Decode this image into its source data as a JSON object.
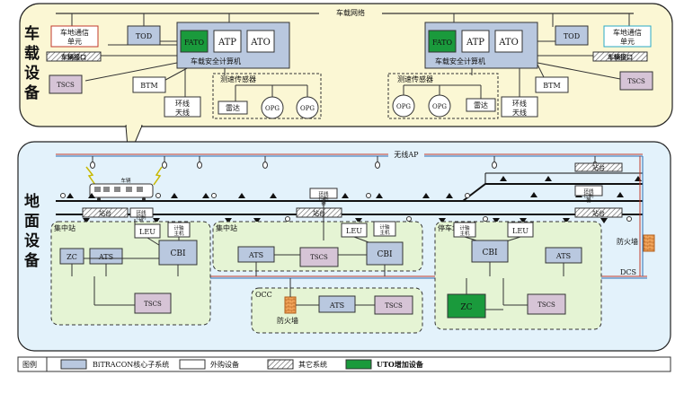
{
  "sections": {
    "onboard": "车载设备",
    "ground": "地面设备"
  },
  "onboard": {
    "network": "车载网络",
    "left": {
      "comm_unit": "车地通信单元",
      "tod": "TOD",
      "fato": "FATO",
      "atp": "ATP",
      "ato": "ATO",
      "safety_computer": "车载安全计算机",
      "vehicle_interface": "车辆接口",
      "tscs": "TSCS",
      "btm": "BTM",
      "loop_antenna": "环线天线",
      "speed_sensor": "测速传感器",
      "radar": "雷达",
      "opg1": "OPG",
      "opg2": "OPG"
    },
    "right": {
      "comm_unit": "车地通信单元",
      "tod": "TOD",
      "fato": "FATO",
      "atp": "ATP",
      "ato": "ATO",
      "safety_computer": "车载安全计算机",
      "vehicle_interface": "车辆接口",
      "tscs": "TSCS",
      "btm": "BTM",
      "loop_antenna": "环线天线",
      "speed_sensor": "测速传感器",
      "radar": "雷达",
      "opg1": "OPG",
      "opg2": "OPG"
    }
  },
  "ground": {
    "wireless_ap": "无线AP",
    "train_label": "车辆",
    "platform": "站台",
    "platform_controller": "环线控制器",
    "station1": {
      "title": "集中站",
      "leu": "LEU",
      "axle_counter": "计轴主机",
      "zc": "ZC",
      "ats": "ATS",
      "cbi": "CBI",
      "tscs": "TSCS"
    },
    "station2": {
      "title": "集中站",
      "leu": "LEU",
      "axle_counter": "计轴主机",
      "ats": "ATS",
      "tscs": "TSCS",
      "cbi": "CBI"
    },
    "occ": {
      "title": "OCC",
      "firewall": "防火墙",
      "ats": "ATS",
      "tscs": "TSCS"
    },
    "depot": {
      "title": "停车场",
      "leu": "LEU",
      "axle_counter": "计轴主机",
      "cbi": "CBI",
      "ats": "ATS",
      "zc": "ZC",
      "tscs": "TSCS"
    },
    "firewall_right": "防火墙",
    "dcs": "DCS"
  },
  "legend": {
    "title": "图例",
    "items": [
      {
        "label": "BiTRACON核心子系统",
        "color": "#b9c8df"
      },
      {
        "label": "外购设备",
        "color": "#ffffff"
      },
      {
        "label": "其它系统",
        "color": "hatch"
      },
      {
        "label": "UTO增加设备",
        "color": "#1a9a3c"
      }
    ]
  },
  "colors": {
    "onboard_bg": "#fbf7d4",
    "ground_bg": "#e3f2fb",
    "core": "#b9c8df",
    "station_bg": "#e5f4d4",
    "uto": "#1a9a3c",
    "tscs": "#d6c4d6"
  }
}
